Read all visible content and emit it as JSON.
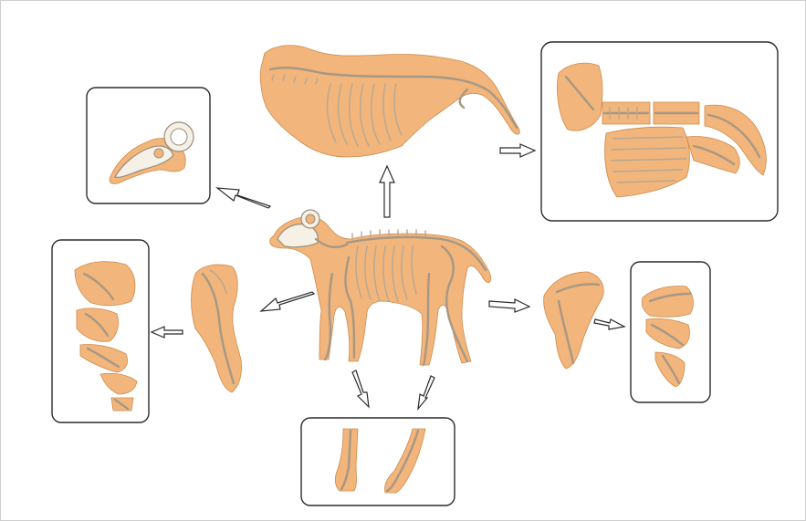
{
  "figure": {
    "colors": {
      "flesh": "#f2b57c",
      "flesh_outline": "#d08a4a",
      "bone": "#f6f1e7",
      "bone_outline": "#9a8c7a",
      "panel_border": "#2b2b2b",
      "arrow_fill": "#ffffff"
    },
    "parts": [
      "whole-sheep-skeleton",
      "head",
      "trunk",
      "trunk-cut-pieces",
      "foreleg",
      "foreleg-cut-pieces",
      "hindleg",
      "hindleg-cut-pieces",
      "lower-legs"
    ]
  }
}
